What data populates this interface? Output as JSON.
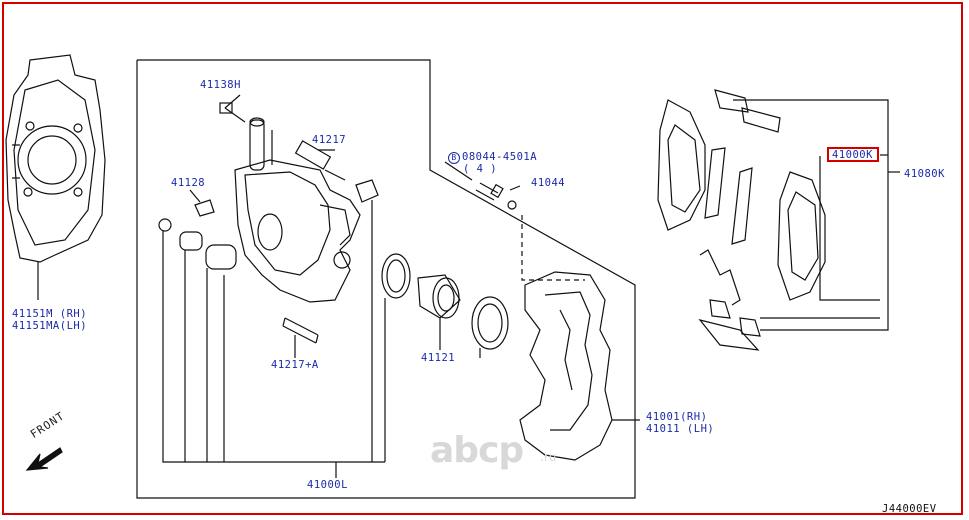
{
  "diagram": {
    "watermark": "abcp",
    "watermark_sub": ".ru",
    "front_label": "FRONT",
    "figure_code": "J44000EV",
    "highlighted_part": "41000K",
    "parts": {
      "p41138H": "41138H",
      "p41217": "41217",
      "p41128": "41128",
      "p08044_a": "08044-4501A",
      "p08044_b": "( 4 )",
      "p41044": "41044",
      "p41000K": "41000K",
      "p41080K": "41080K",
      "p41151M": "41151M  (RH)",
      "p41151MA": "41151MA(LH)",
      "p41217A": "41217+A",
      "p41121": "41121",
      "p41001": "41001(RH)",
      "p41011": "41011 (LH)",
      "p41000L": "41000L"
    },
    "colors": {
      "label": "#1a2aa8",
      "highlight": "#d40000",
      "line": "#111111"
    }
  }
}
